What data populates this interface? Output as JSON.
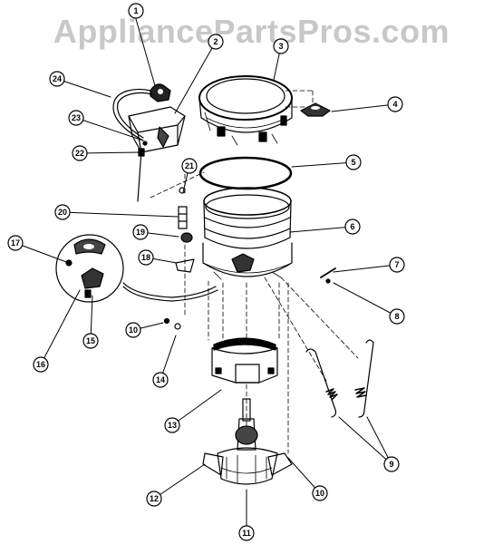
{
  "watermark": "AppliancePartsPros.com",
  "callouts": [
    {
      "id": "c1",
      "label": "1"
    },
    {
      "id": "c2",
      "label": "2"
    },
    {
      "id": "c3",
      "label": "3"
    },
    {
      "id": "c4",
      "label": "4"
    },
    {
      "id": "c5",
      "label": "5"
    },
    {
      "id": "c6",
      "label": "6"
    },
    {
      "id": "c7",
      "label": "7"
    },
    {
      "id": "c8",
      "label": "8"
    },
    {
      "id": "c9",
      "label": "9"
    },
    {
      "id": "c10a",
      "label": "10"
    },
    {
      "id": "c10b",
      "label": "10"
    },
    {
      "id": "c11",
      "label": "11"
    },
    {
      "id": "c12",
      "label": "12"
    },
    {
      "id": "c13",
      "label": "13"
    },
    {
      "id": "c14",
      "label": "14"
    },
    {
      "id": "c15",
      "label": "15"
    },
    {
      "id": "c16",
      "label": "16"
    },
    {
      "id": "c17",
      "label": "17"
    },
    {
      "id": "c18",
      "label": "18"
    },
    {
      "id": "c19",
      "label": "19"
    },
    {
      "id": "c20",
      "label": "20"
    },
    {
      "id": "c21",
      "label": "21"
    },
    {
      "id": "c22",
      "label": "22"
    },
    {
      "id": "c23",
      "label": "23"
    },
    {
      "id": "c24",
      "label": "24"
    }
  ]
}
